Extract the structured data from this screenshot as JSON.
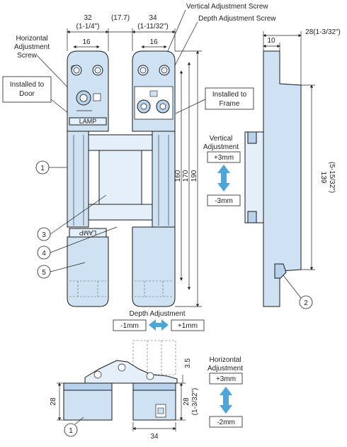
{
  "labels": {
    "vertical_adjustment_screw": "Vertical Adjustment Screw",
    "depth_adjustment_screw": "Depth Adjustment Screw",
    "horizontal_adjustment_screw_1": "Horizontal",
    "horizontal_adjustment_screw_2": "Adjustment",
    "horizontal_adjustment_screw_3": "Screw",
    "installed_to_door_1": "Installed to",
    "installed_to_door_2": "Door",
    "installed_to_frame_1": "Installed to",
    "installed_to_frame_2": "Frame",
    "vertical_adjustment_1": "Vertical",
    "vertical_adjustment_2": "Adjustment",
    "depth_adjustment": "Depth Adjustment",
    "horizontal_adjustment_1": "Horizontal",
    "horizontal_adjustment_2": "Adjustment",
    "lamp": "LAMP"
  },
  "adjustments": {
    "vertical_plus": "+3mm",
    "vertical_minus": "-3mm",
    "depth_minus": "-1mm",
    "depth_plus": "+1mm",
    "horizontal_plus": "+3mm",
    "horizontal_minus": "-2mm"
  },
  "dimensions": {
    "w32": "32",
    "w32_in": "(1-1/4\")",
    "gap": "(17.7)",
    "w34": "34",
    "w34_in": "(1-11/32\")",
    "w16a": "16",
    "w16b": "16",
    "side10": "10",
    "side28": "28(1-3/32\")",
    "h160": "160",
    "h170": "170",
    "h190": "190",
    "h139": "139",
    "h139_in": "(5-15/32\")",
    "bottom28": "28",
    "bottom28b": "28",
    "bottom28b_in": "(1-3/32\")",
    "d35": "3.5",
    "bottom34": "34"
  },
  "callouts": [
    "1",
    "2",
    "3",
    "4",
    "5",
    "1"
  ],
  "colors": {
    "part": "#cfe2f3",
    "arrow": "#4da6d9"
  }
}
